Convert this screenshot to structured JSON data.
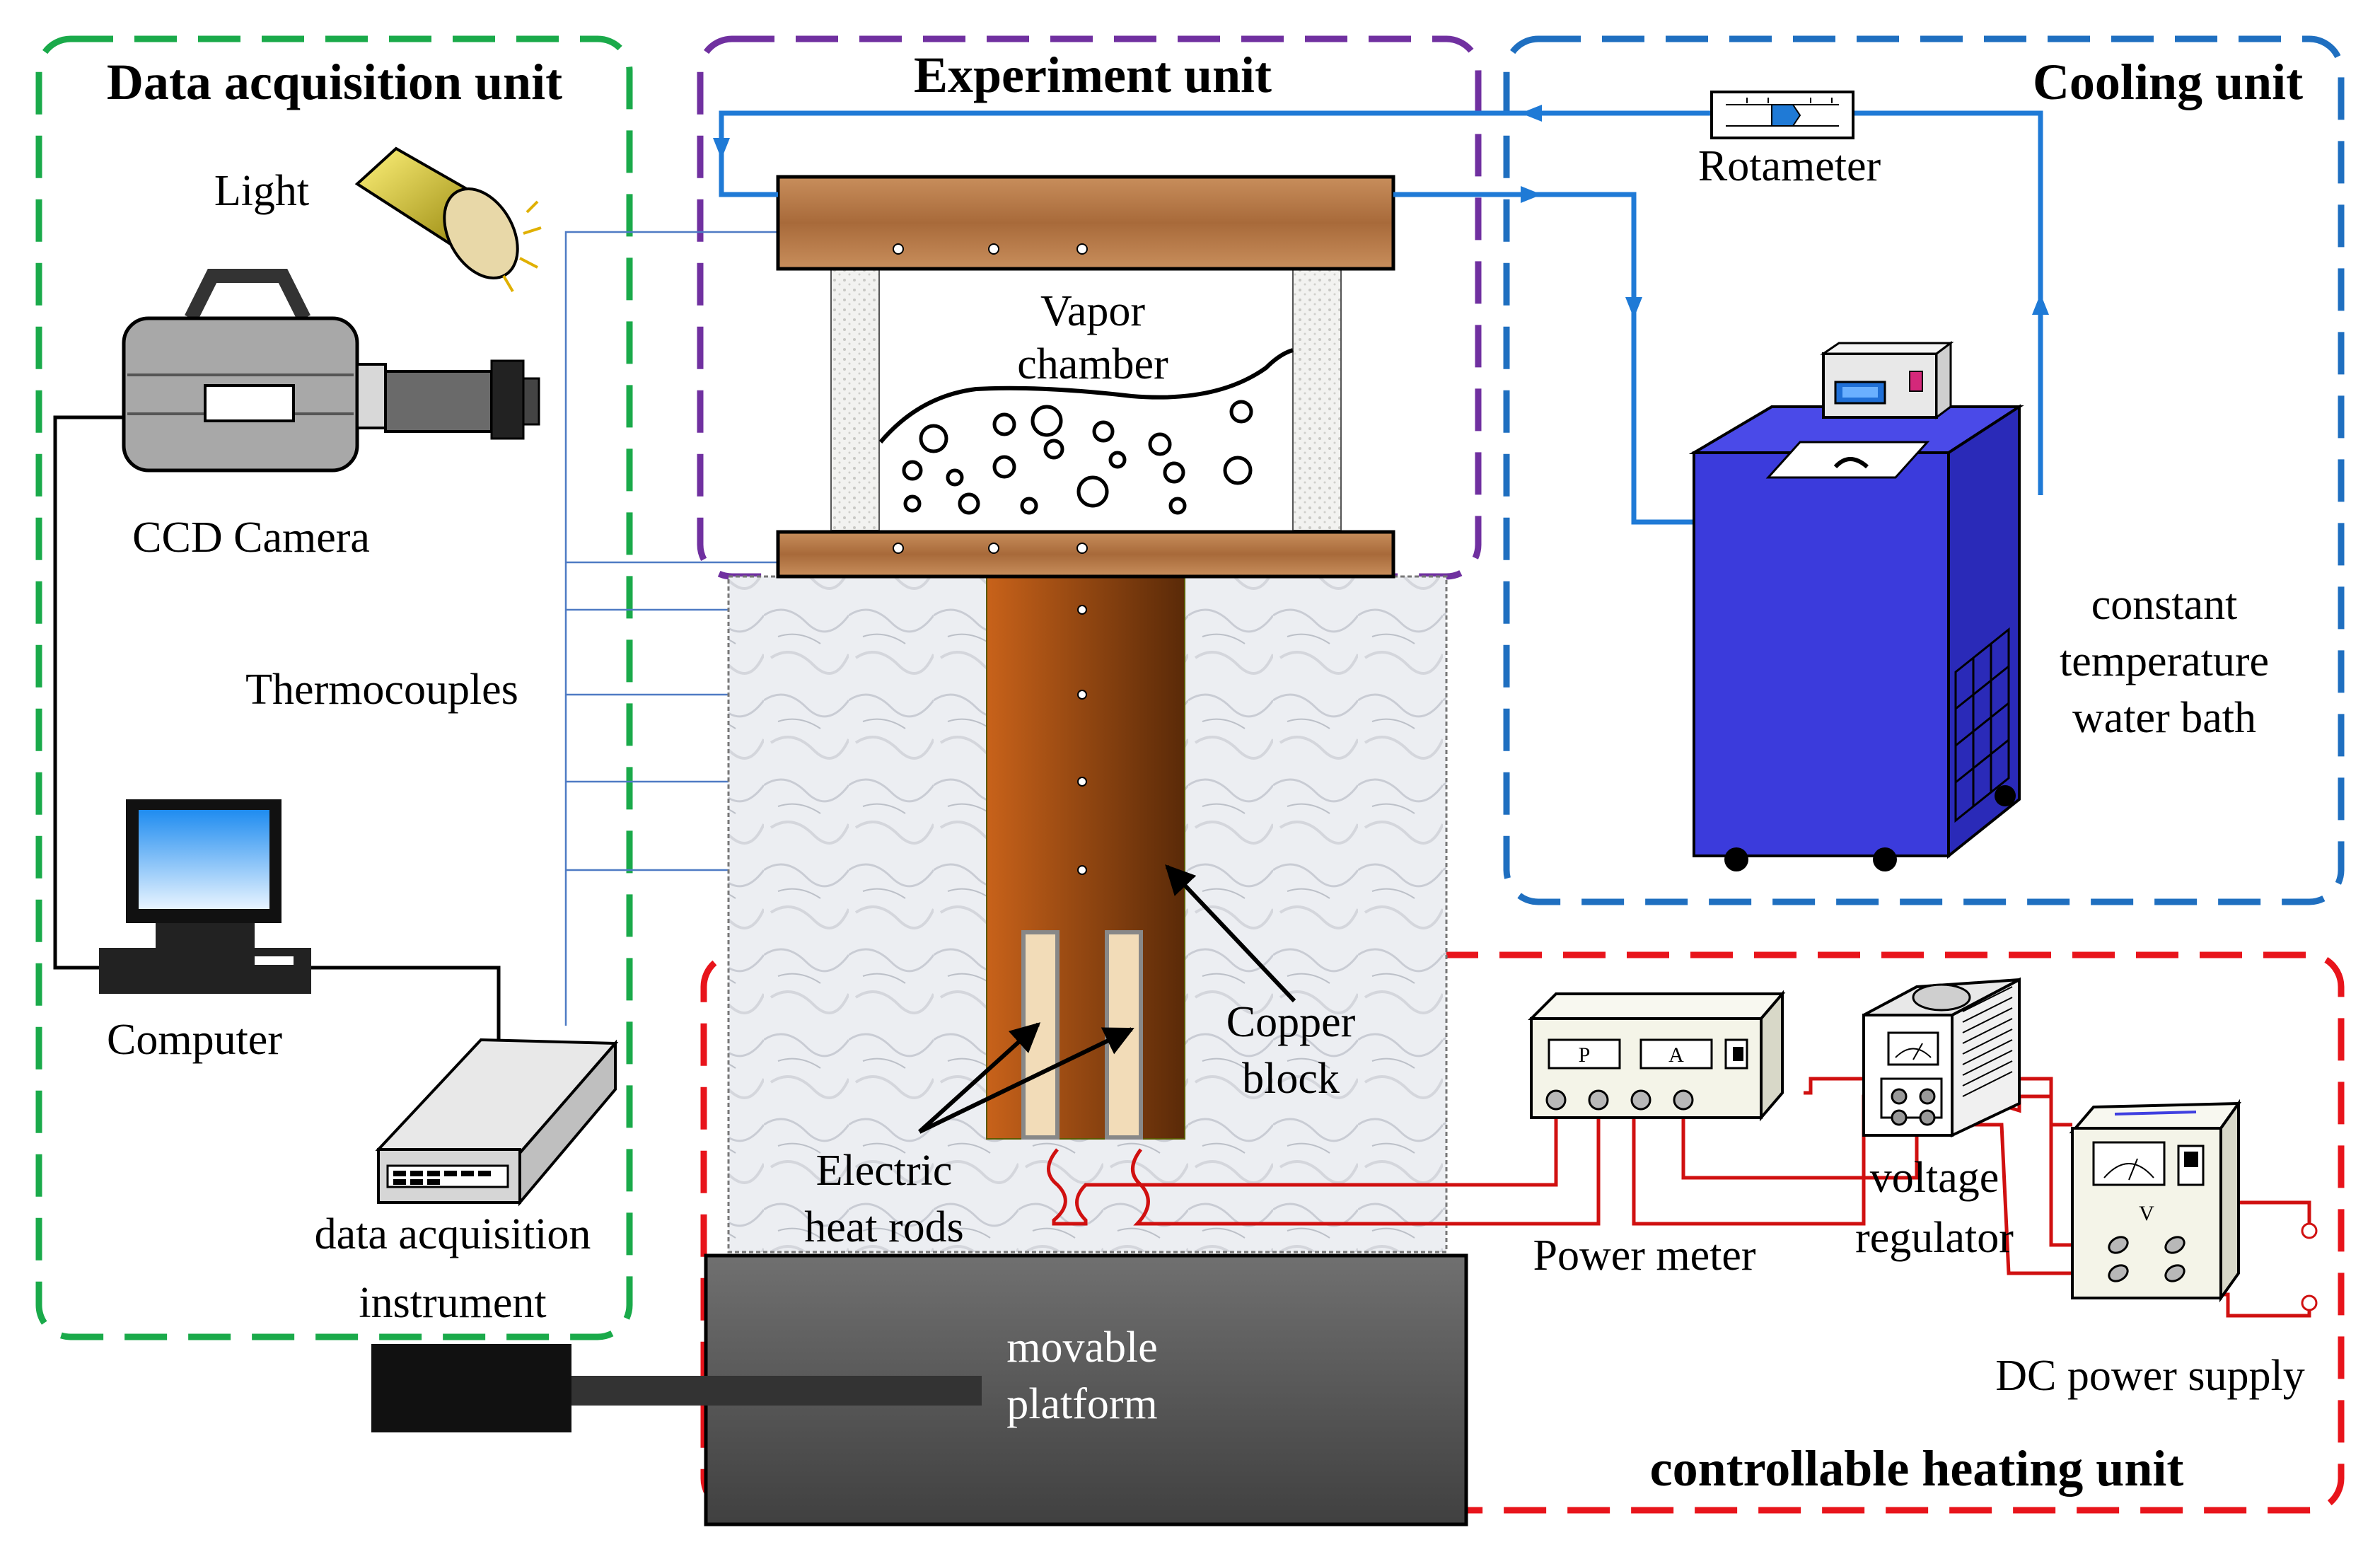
{
  "units": {
    "data_acquisition": "Data acquisition unit",
    "experiment": "Experiment unit",
    "cooling": "Cooling unit",
    "heating": "controllable heating unit"
  },
  "labels": {
    "light": "Light",
    "ccd_camera": "CCD Camera",
    "thermocouples": "Thermocouples",
    "computer": "Computer",
    "daq_line1": "data acquisition",
    "daq_line2": "instrument",
    "vapor_line1": "Vapor",
    "vapor_line2": "chamber",
    "copper_line1": "Copper",
    "copper_line2": "block",
    "rods_line1": "Electric",
    "rods_line2": "heat rods",
    "platform_line1": "movable",
    "platform_line2": "platform",
    "rotameter": "Rotameter",
    "bath_line1": "constant",
    "bath_line2": "temperature",
    "bath_line3": "water bath",
    "power_meter": "Power meter",
    "regulator_line1": "voltage",
    "regulator_line2": "regulator",
    "dc_supply": "DC power supply",
    "pm_p": "P",
    "pm_a": "A",
    "dc_v": "V"
  },
  "colors": {
    "data_acq_border": "#1aaa4a",
    "experiment_border": "#7030a0",
    "cooling_border": "#1f6fc0",
    "heating_border": "#e8141b",
    "coolant_line": "#1f7ad6",
    "power_wire": "#d01010",
    "copper": "#9a4a12",
    "wood": "#b97a4a",
    "bath": "#3b3bdc"
  }
}
